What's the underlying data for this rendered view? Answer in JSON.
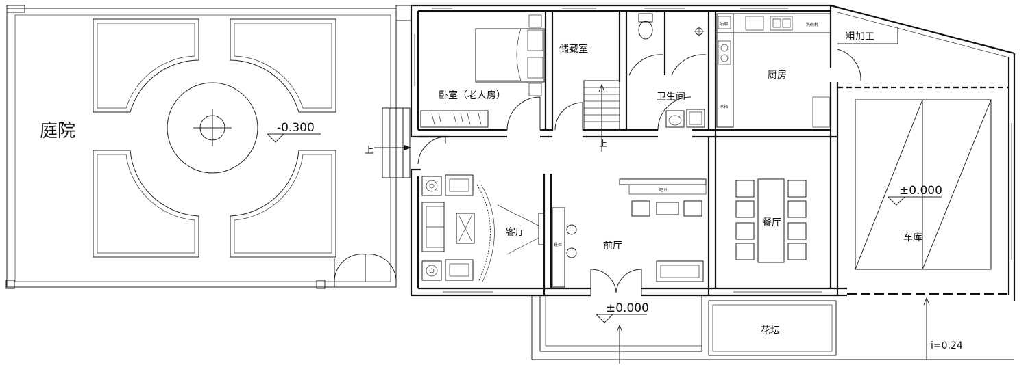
{
  "rooms": {
    "courtyard": "庭院",
    "bedroom": "卧室（老人房）",
    "storage": "储藏室",
    "bathroom": "卫生间",
    "kitchen": "厨房",
    "rough_processing": "粗加工",
    "living_room": "客厅",
    "foyer": "前厅",
    "dining_room": "餐厅",
    "garage": "车库",
    "flower_bed": "花坛"
  },
  "elevations": {
    "courtyard": "-0.300",
    "garage": "±0.000",
    "entrance": "±0.000"
  },
  "slope": "i=0.24",
  "stair_up": "上",
  "entry_up": "上"
}
